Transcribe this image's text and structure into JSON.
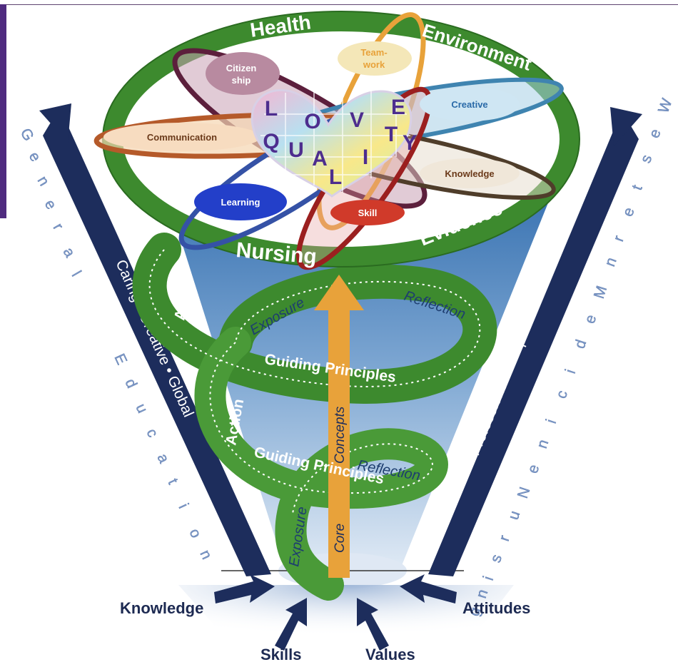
{
  "ring": {
    "top_left": "Health",
    "top_right": "Environment",
    "bottom_left": "Nursing",
    "bottom_right": "Evidence"
  },
  "ellipses": [
    {
      "label": "Citizen ship",
      "color": "#7b3a5a"
    },
    {
      "label": "Team-work",
      "color": "#e8a23a"
    },
    {
      "label": "Creative",
      "color": "#5aa3c8"
    },
    {
      "label": "Communication",
      "color": "#c47a3a"
    },
    {
      "label": "Knowledge",
      "color": "#6b5540"
    },
    {
      "label": "Learning",
      "color": "#2a3fc0"
    },
    {
      "label": "Skill",
      "color": "#c0392b"
    }
  ],
  "heart": {
    "word_top": "LOVE",
    "word_bottom": "QUALITY"
  },
  "spiral": {
    "upper": {
      "action": "Action",
      "exposure": "Exposure",
      "reflection": "Reflection",
      "principles": "Guiding Principles"
    },
    "lower": {
      "action": "Action",
      "exposure": "Exposure",
      "reflection": "Reflection",
      "principles": "Guiding Principles"
    }
  },
  "center_arrow": {
    "top": "Concepts",
    "bottom": "Core"
  },
  "left_arrow": {
    "label": "Caring • Creative • Global"
  },
  "right_arrow": {
    "label": "Professional Competencies"
  },
  "left_side_text": "General Education",
  "right_side_text": "Western Medicine Nursing",
  "inputs": {
    "knowledge": "Knowledge",
    "skills": "Skills",
    "values": "Values",
    "attitudes": "Attitudes"
  },
  "colors": {
    "navy": "#1d2d5c",
    "green": "#3d8a2e",
    "orange": "#e8a23a",
    "cone_blue": "#3d78b8",
    "purple": "#4f2b7f"
  }
}
